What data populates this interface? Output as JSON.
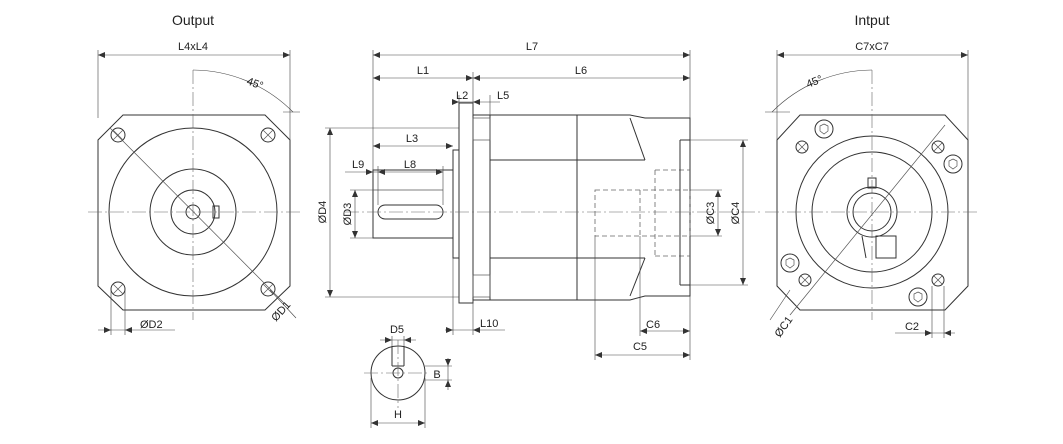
{
  "views": {
    "output_title": "Output",
    "input_title": "Intput"
  },
  "labels": {
    "L4xL4": "L4xL4",
    "angle_out": "45°",
    "D1": "ØD1",
    "D2": "ØD2",
    "L7": "L7",
    "L1": "L1",
    "L6": "L6",
    "L2": "L2",
    "L5": "L5",
    "L3": "L3",
    "L9": "L9",
    "L8": "L8",
    "D4": "ØD4",
    "D3": "ØD3",
    "C3": "ØC3",
    "C4": "ØC4",
    "L10": "L10",
    "C6": "C6",
    "C5": "C5",
    "D5": "D5",
    "B": "B",
    "H": "H",
    "C7xC7": "C7xC7",
    "angle_in": "45°",
    "C1": "ØC1",
    "C2": "C2"
  }
}
